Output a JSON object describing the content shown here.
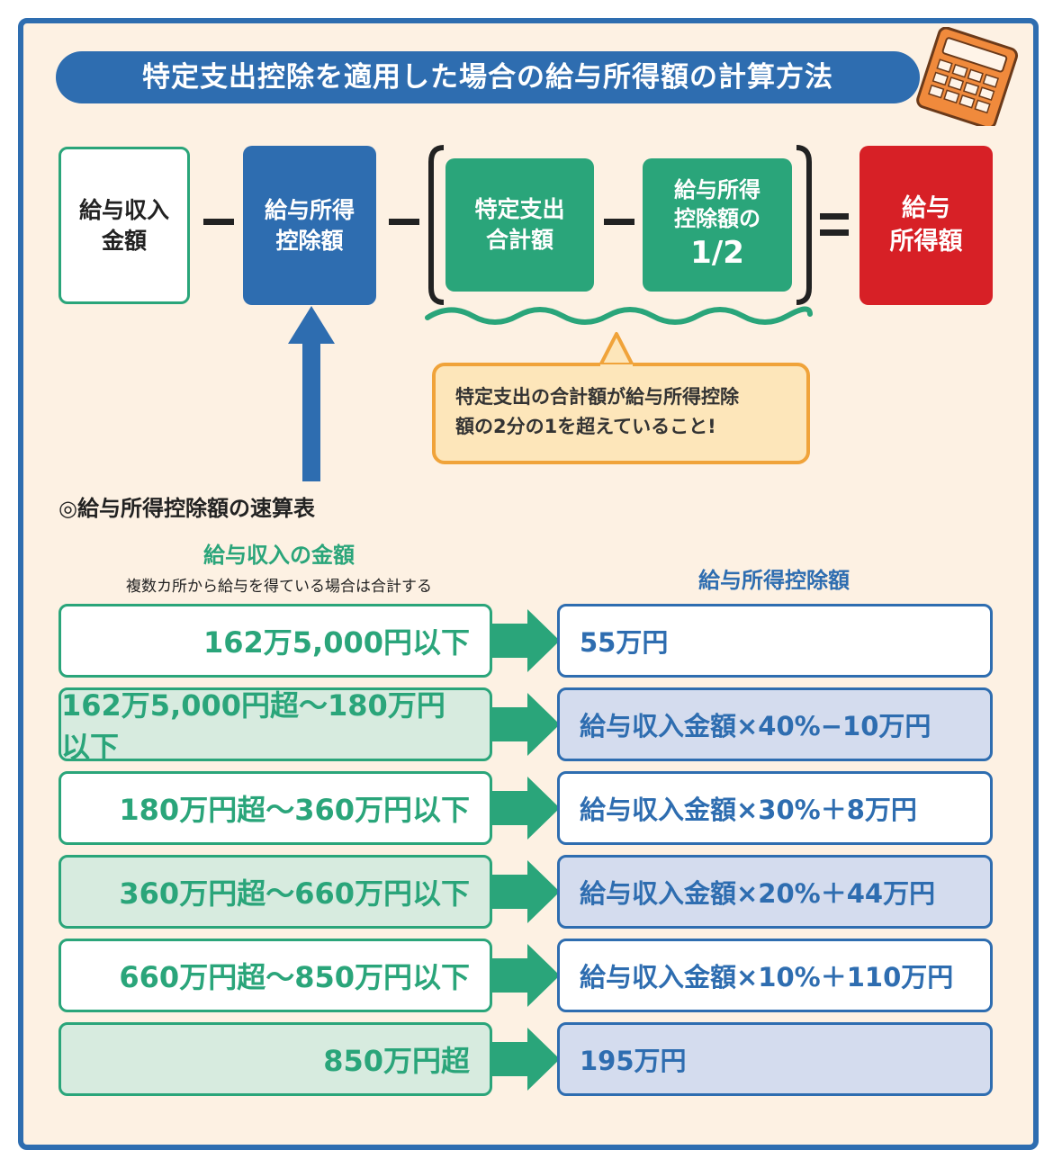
{
  "title": "特定支出控除を適用した場合の給与所得額の計算方法",
  "formula": {
    "income": [
      "給与収入",
      "金額"
    ],
    "deduction": [
      "給与所得",
      "控除額"
    ],
    "specific": [
      "特定支出",
      "合計額"
    ],
    "half": [
      "給与所得",
      "控除額の",
      "1/2"
    ],
    "result": [
      "給与",
      "所得額"
    ]
  },
  "callout": [
    "特定支出の合計額が給与所得控除",
    "額の2分の1を超えていること!"
  ],
  "table_heading": "◎給与所得控除額の速算表",
  "left_header": "給与収入の金額",
  "left_subheader": "複数カ所から給与を得ている場合は合計する",
  "right_header": "給与所得控除額",
  "rows": [
    {
      "income": "162万5,000円以下",
      "deduction": "55万円"
    },
    {
      "income": "162万5,000円超〜180万円以下",
      "deduction": "給与収入金額×40%−10万円"
    },
    {
      "income": "180万円超〜360万円以下",
      "deduction": "給与収入金額×30%＋8万円"
    },
    {
      "income": "360万円超〜660万円以下",
      "deduction": "給与収入金額×20%＋44万円"
    },
    {
      "income": "660万円超〜850万円以下",
      "deduction": "給与収入金額×10%＋110万円"
    },
    {
      "income": "850万円超",
      "deduction": "195万円"
    }
  ],
  "colors": {
    "blue": "#2e6db0",
    "green": "#2aa57a",
    "red": "#d72026",
    "orange": "#f0a33a",
    "background": "#fdf1e3"
  }
}
